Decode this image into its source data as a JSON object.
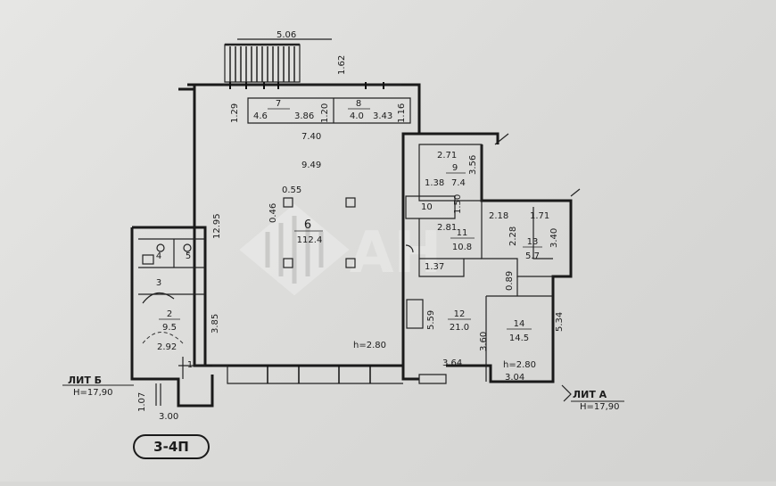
{
  "plan": {
    "stamp": "3-4П",
    "lit_b": "ЛИТ Б",
    "lit_b_h": "Н=17,90",
    "lit_a": "ЛИТ А",
    "lit_a_h": "Н=17,90",
    "watermark": "АН"
  },
  "rooms": [
    {
      "num": "1",
      "area": ""
    },
    {
      "num": "2",
      "area": "9.5"
    },
    {
      "num": "3",
      "area": ""
    },
    {
      "num": "4",
      "area": ""
    },
    {
      "num": "5",
      "area": ""
    },
    {
      "num": "6",
      "area": "112.4"
    },
    {
      "num": "7",
      "area": "4.6"
    },
    {
      "num": "8",
      "area": "4.0"
    },
    {
      "num": "9",
      "area": "7.4"
    },
    {
      "num": "10",
      "area": ""
    },
    {
      "num": "11",
      "area": "10.8"
    },
    {
      "num": "12",
      "area": "21.0"
    },
    {
      "num": "13",
      "area": "5.7"
    },
    {
      "num": "14",
      "area": "14.5"
    }
  ],
  "dims": {
    "d506": "5.06",
    "d162": "1.62",
    "d129": "1.29",
    "d386": "3.86",
    "d120": "1.20",
    "d343": "3.43",
    "d116": "1.16",
    "d740": "7.40",
    "d949": "9.49",
    "d271": "2.71",
    "d356": "3.56",
    "d138": "1.38",
    "d150": "1.50",
    "d055": "0.55",
    "d046": "0.46",
    "d1295": "12.95",
    "d218": "2.18",
    "d171": "1.71",
    "d281": "2.81",
    "d228": "2.28",
    "d340": "3.40",
    "d137": "1.37",
    "d089": "0.89",
    "d559": "5.59",
    "d534": "5.34",
    "d360": "3.60",
    "d385": "3.85",
    "d292": "2.92",
    "h280a": "h=2.80",
    "d364": "3.64",
    "h280b": "h=2.80",
    "d304": "3.04",
    "d107": "1.07",
    "d300": "3.00"
  }
}
